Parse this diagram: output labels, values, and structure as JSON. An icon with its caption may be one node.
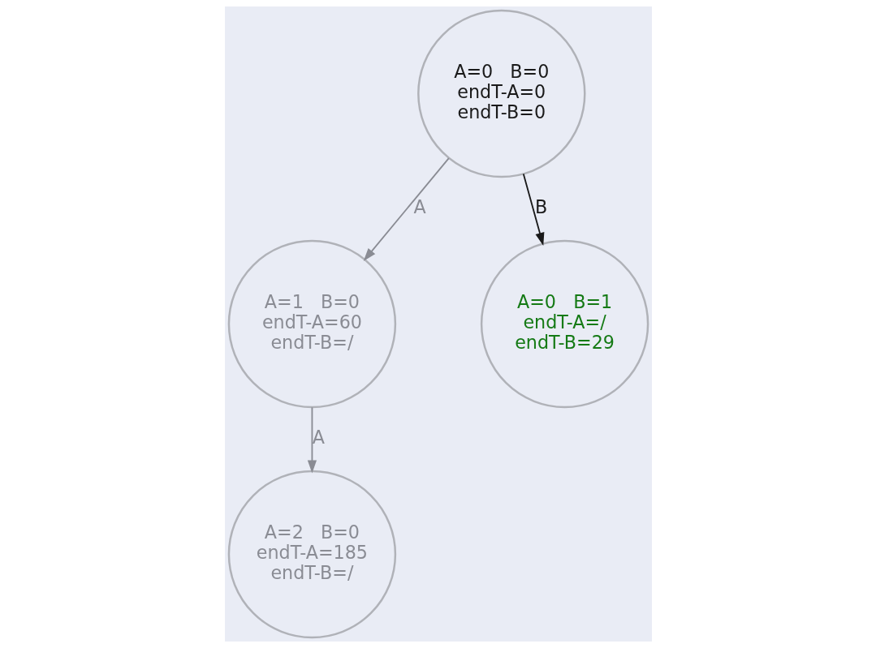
{
  "diagram": {
    "nodes": [
      {
        "text": [
          "A=0   B=0",
          "endT-A=0",
          "endT-B=0"
        ]
      },
      {
        "text": [
          "A=1   B=0",
          "endT-A=60",
          "endT-B=/"
        ]
      },
      {
        "text": [
          "A=2   B=0",
          "endT-A=185",
          "endT-B=/"
        ]
      },
      {
        "text": [
          "A=0   B=1",
          "endT-A=/",
          "endT-B=29"
        ]
      }
    ],
    "edges": [
      {
        "from": 0,
        "to": 1,
        "arrow": "to",
        "label": "A"
      },
      {
        "from": 1,
        "to": 2,
        "arrow": "to",
        "label": "A"
      },
      {
        "from": 0,
        "to": 3,
        "arrow": "to",
        "label": "B",
        "color": "#1a1a1a"
      }
    ]
  }
}
